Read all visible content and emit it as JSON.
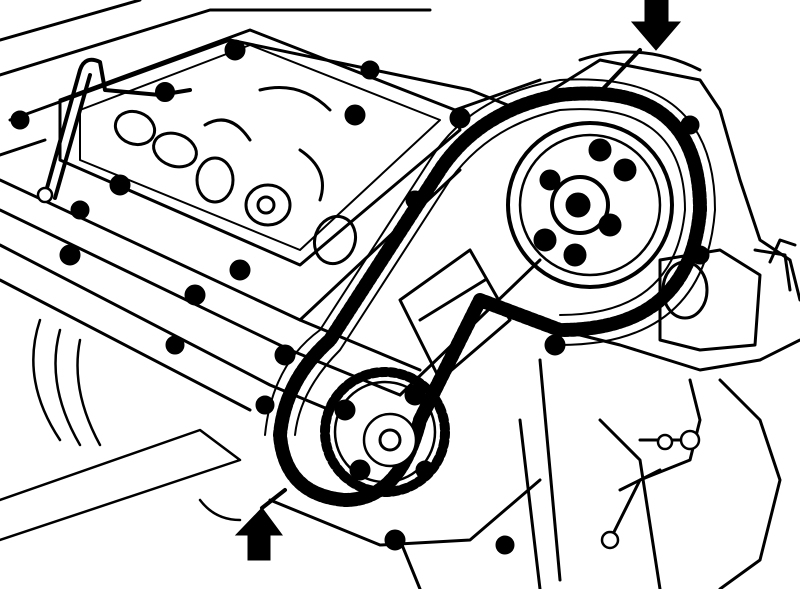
{
  "figure": {
    "subject": "engine-timing-chain-illustration",
    "background": "#ffffff",
    "ink": "#000000",
    "markers": [
      {
        "name": "top-alignment-arrow",
        "direction": "down"
      },
      {
        "name": "bottom-alignment-arrow",
        "direction": "up"
      }
    ],
    "parts": [
      "cylinder-head",
      "camshaft-sprocket",
      "crankshaft-sprocket",
      "timing-chain",
      "chain-tensioner",
      "front-cover",
      "fuel-line"
    ]
  }
}
